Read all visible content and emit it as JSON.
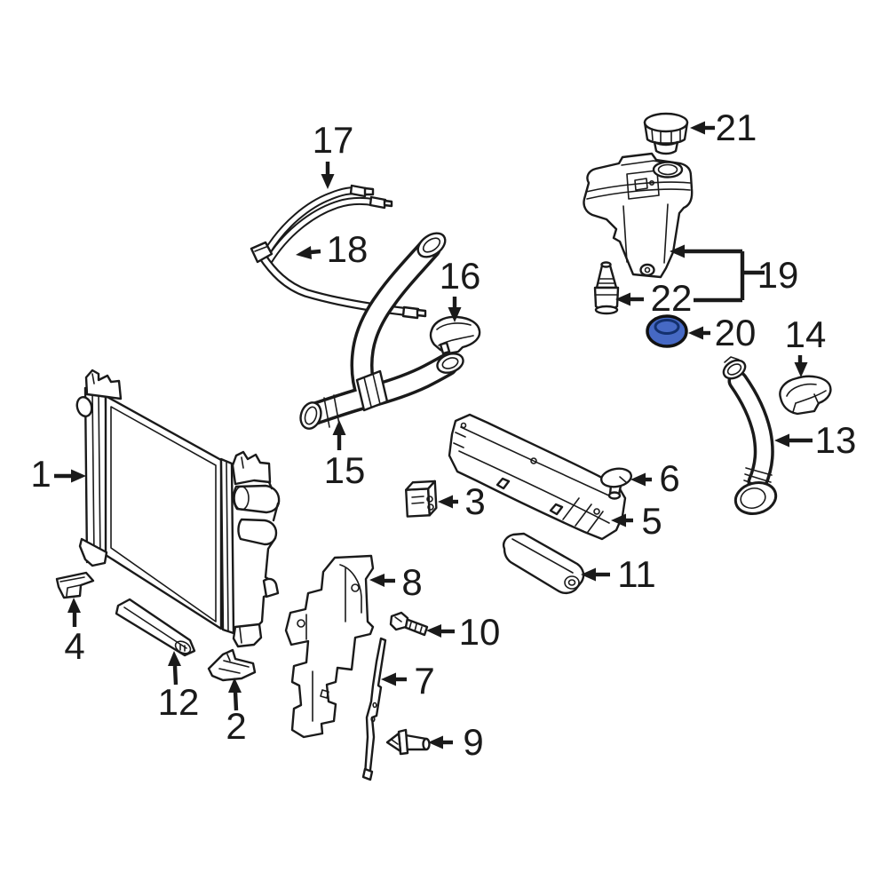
{
  "diagram": {
    "type": "exploded-parts-diagram",
    "colors": {
      "background": "#ffffff",
      "line": "#1a1a1a",
      "highlight_fill": "#4669c4",
      "highlight_inner_stroke": "#13306d"
    },
    "highlighted_callout": "20",
    "callouts": [
      {
        "label": "1",
        "highlighted": false
      },
      {
        "label": "2",
        "highlighted": false
      },
      {
        "label": "3",
        "highlighted": false
      },
      {
        "label": "4",
        "highlighted": false
      },
      {
        "label": "5",
        "highlighted": false
      },
      {
        "label": "6",
        "highlighted": false
      },
      {
        "label": "7",
        "highlighted": false
      },
      {
        "label": "8",
        "highlighted": false
      },
      {
        "label": "9",
        "highlighted": false
      },
      {
        "label": "10",
        "highlighted": false
      },
      {
        "label": "11",
        "highlighted": false
      },
      {
        "label": "12",
        "highlighted": false
      },
      {
        "label": "13",
        "highlighted": false
      },
      {
        "label": "14",
        "highlighted": false
      },
      {
        "label": "15",
        "highlighted": false
      },
      {
        "label": "16",
        "highlighted": false
      },
      {
        "label": "17",
        "highlighted": false
      },
      {
        "label": "18",
        "highlighted": false
      },
      {
        "label": "19",
        "highlighted": false
      },
      {
        "label": "20",
        "highlighted": true
      },
      {
        "label": "21",
        "highlighted": false
      },
      {
        "label": "22",
        "highlighted": false
      }
    ]
  }
}
